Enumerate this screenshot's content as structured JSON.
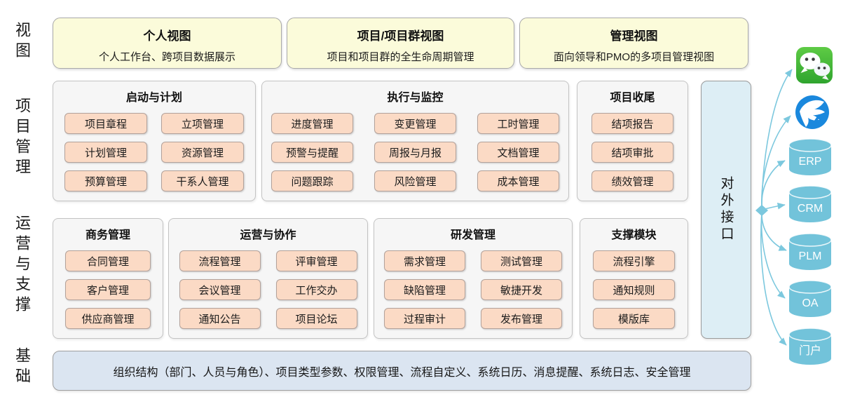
{
  "row_labels": {
    "view": "视图",
    "pm": "项目管理",
    "ops": "运营与支撑",
    "base": "基础"
  },
  "views": [
    {
      "title": "个人视图",
      "subtitle": "个人工作台、跨项目数据展示"
    },
    {
      "title": "项目/项目群视图",
      "subtitle": "项目和项目群的全生命周期管理"
    },
    {
      "title": "管理视图",
      "subtitle": "面向领导和PMO的多项目管理视图"
    }
  ],
  "pm_groups": [
    {
      "title": "启动与计划",
      "items": [
        "项目章程",
        "立项管理",
        "计划管理",
        "资源管理",
        "预算管理",
        "干系人管理"
      ]
    },
    {
      "title": "执行与监控",
      "items": [
        "进度管理",
        "变更管理",
        "工时管理",
        "预警与提醒",
        "周报与月报",
        "文档管理",
        "问题跟踪",
        "风险管理",
        "成本管理"
      ]
    },
    {
      "title": "项目收尾",
      "items": [
        "结项报告",
        "结项审批",
        "绩效管理"
      ]
    }
  ],
  "ops_groups": [
    {
      "title": "商务管理",
      "items": [
        "合同管理",
        "客户管理",
        "供应商管理"
      ]
    },
    {
      "title": "运营与协作",
      "items": [
        "流程管理",
        "评审管理",
        "会议管理",
        "工作交办",
        "通知公告",
        "项目论坛"
      ]
    },
    {
      "title": "研发管理",
      "items": [
        "需求管理",
        "测试管理",
        "缺陷管理",
        "敏捷开发",
        "过程审计",
        "发布管理"
      ]
    },
    {
      "title": "支撑模块",
      "items": [
        "流程引擎",
        "通知规则",
        "模版库"
      ]
    }
  ],
  "interface_label": "对外接口",
  "foundation_text": "组织结构（部门、人员与角色）、项目类型参数、权限管理、流程自定义、系统日历、消息提醒、系统日志、安全管理",
  "external": {
    "icons": [
      {
        "name": "wechat-icon"
      },
      {
        "name": "dingtalk-icon"
      }
    ],
    "cylinders": [
      "ERP",
      "CRM",
      "PLM",
      "OA",
      "门户"
    ]
  },
  "colors": {
    "view_box_bg": "#fbfbda",
    "group_bg": "#f6f6f6",
    "module_btn_bg": "#fbdac5",
    "interface_bg": "#ddeef5",
    "foundation_bg": "#dbe5f1",
    "cylinder_blue": "#72c3da",
    "arrow_blue": "#7cc8de",
    "wechat_green": "#45b035",
    "dingtalk_blue": "#1a88dd"
  }
}
